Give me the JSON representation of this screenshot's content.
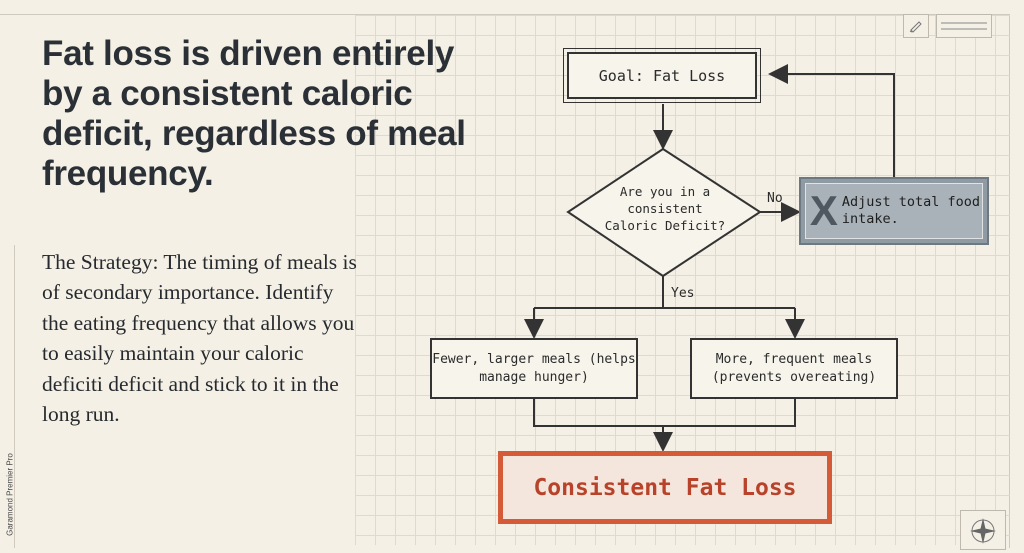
{
  "headline": "Fat loss is driven entirely by a consistent caloric deficit, regardless of meal frequency.",
  "strategy": "The Strategy: The timing of meals is of secondary importance. Identify the eating frequency that allows you to easily maintain your caloric deficiti deficit and stick to it in the long run.",
  "side_label": "Garamond Premier Pro",
  "flowchart": {
    "goal": "Goal: Fat Loss",
    "decision": "Are you in a consistent Caloric Deficit?",
    "no_label": "No",
    "yes_label": "Yes",
    "adjust_mark": "X",
    "adjust": "Adjust total food intake.",
    "option_fewer": "Fewer, larger meals (helps manage hunger)",
    "option_more": "More, frequent meals (prevents overeating)",
    "result": "Consistent Fat Loss"
  },
  "colors": {
    "background": "#f4f0e6",
    "accent": "#d55a37",
    "adjust_box": "#8f9aa3"
  }
}
